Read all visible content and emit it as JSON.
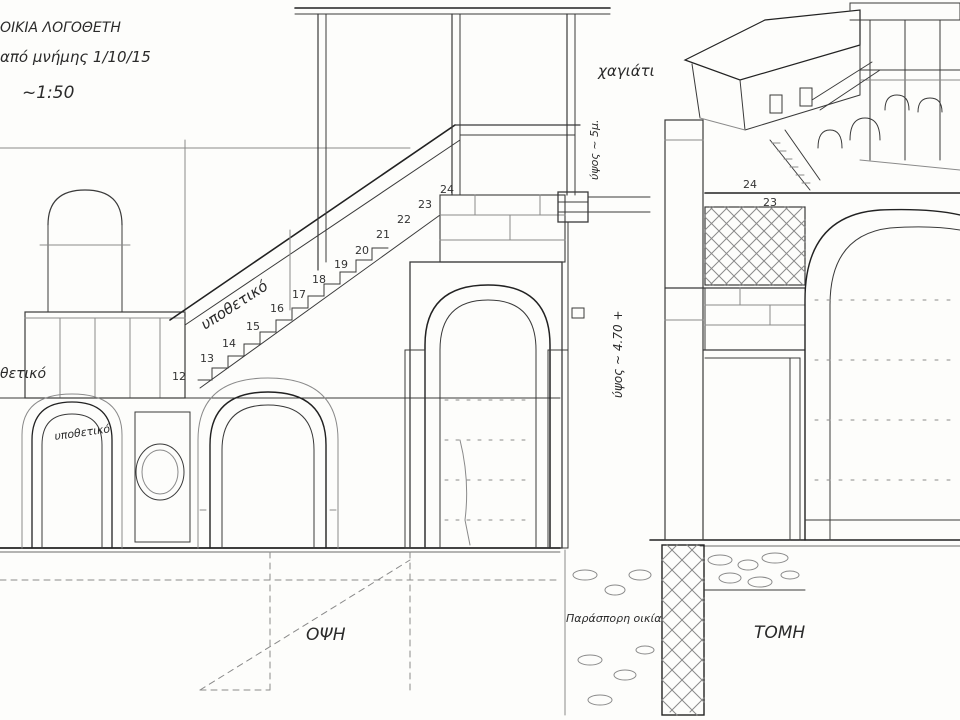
{
  "notes": {
    "header_line1": "ΟΙΚΙΑ ΛΟΓΟΘΕΤΗ",
    "header_line2": "από μνήμης 1/10/15",
    "scale": "~1:50",
    "label_left_wall": "θετικό",
    "label_cupboard": "υποθετικό",
    "label_stair": "υποθετικό",
    "label_hagiati": "χαγιάτι",
    "label_height_top": "ύψος ~ 5μ.",
    "label_height_mid": "ύψος ~ 4.70 +",
    "label_elevation": "ΟΨΗ",
    "label_section": "ΤΟΜΗ",
    "label_annex": "Παράσπορη οικία"
  },
  "stair_steps": [
    "12",
    "13",
    "14",
    "15",
    "16",
    "17",
    "18",
    "19",
    "20",
    "21",
    "22",
    "23",
    "24"
  ],
  "section_levels": [
    "24",
    "23"
  ],
  "colors": {
    "ink": "#2a2a2a",
    "paper": "#fdfdfb"
  }
}
